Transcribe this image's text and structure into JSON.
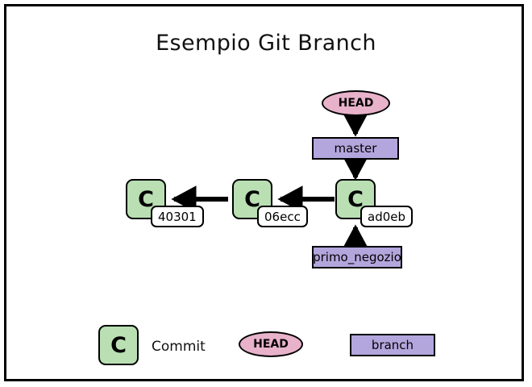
{
  "diagram": {
    "title": "Esempio Git Branch",
    "colors": {
      "commit_fill": "#b9dfb3",
      "branch_fill": "#b3a6dd",
      "head_fill": "#e8b2ca",
      "stroke": "#000000",
      "background": "#ffffff",
      "label_fill": "#ffffff"
    },
    "head": {
      "label": "HEAD"
    },
    "branches": [
      {
        "id": "master",
        "label": "master"
      },
      {
        "id": "primo_negozio",
        "label": "primo_negozio"
      }
    ],
    "commits": [
      {
        "id": "c1",
        "symbol": "C",
        "hash": "40301"
      },
      {
        "id": "c2",
        "symbol": "C",
        "hash": "06ecc"
      },
      {
        "id": "c3",
        "symbol": "C",
        "hash": "ad0eb"
      }
    ],
    "edges": [
      {
        "from": "c2",
        "to": "c1",
        "direction": "left"
      },
      {
        "from": "c3",
        "to": "c2",
        "direction": "left"
      },
      {
        "from": "head",
        "to": "master",
        "direction": "down"
      },
      {
        "from": "master",
        "to": "c3",
        "direction": "down"
      },
      {
        "from": "primo_negozio",
        "to": "c3",
        "direction": "up"
      }
    ]
  },
  "legend": {
    "commit": {
      "symbol": "C",
      "label": "Commit"
    },
    "head": {
      "label": "HEAD"
    },
    "branch": {
      "label": "branch"
    }
  }
}
